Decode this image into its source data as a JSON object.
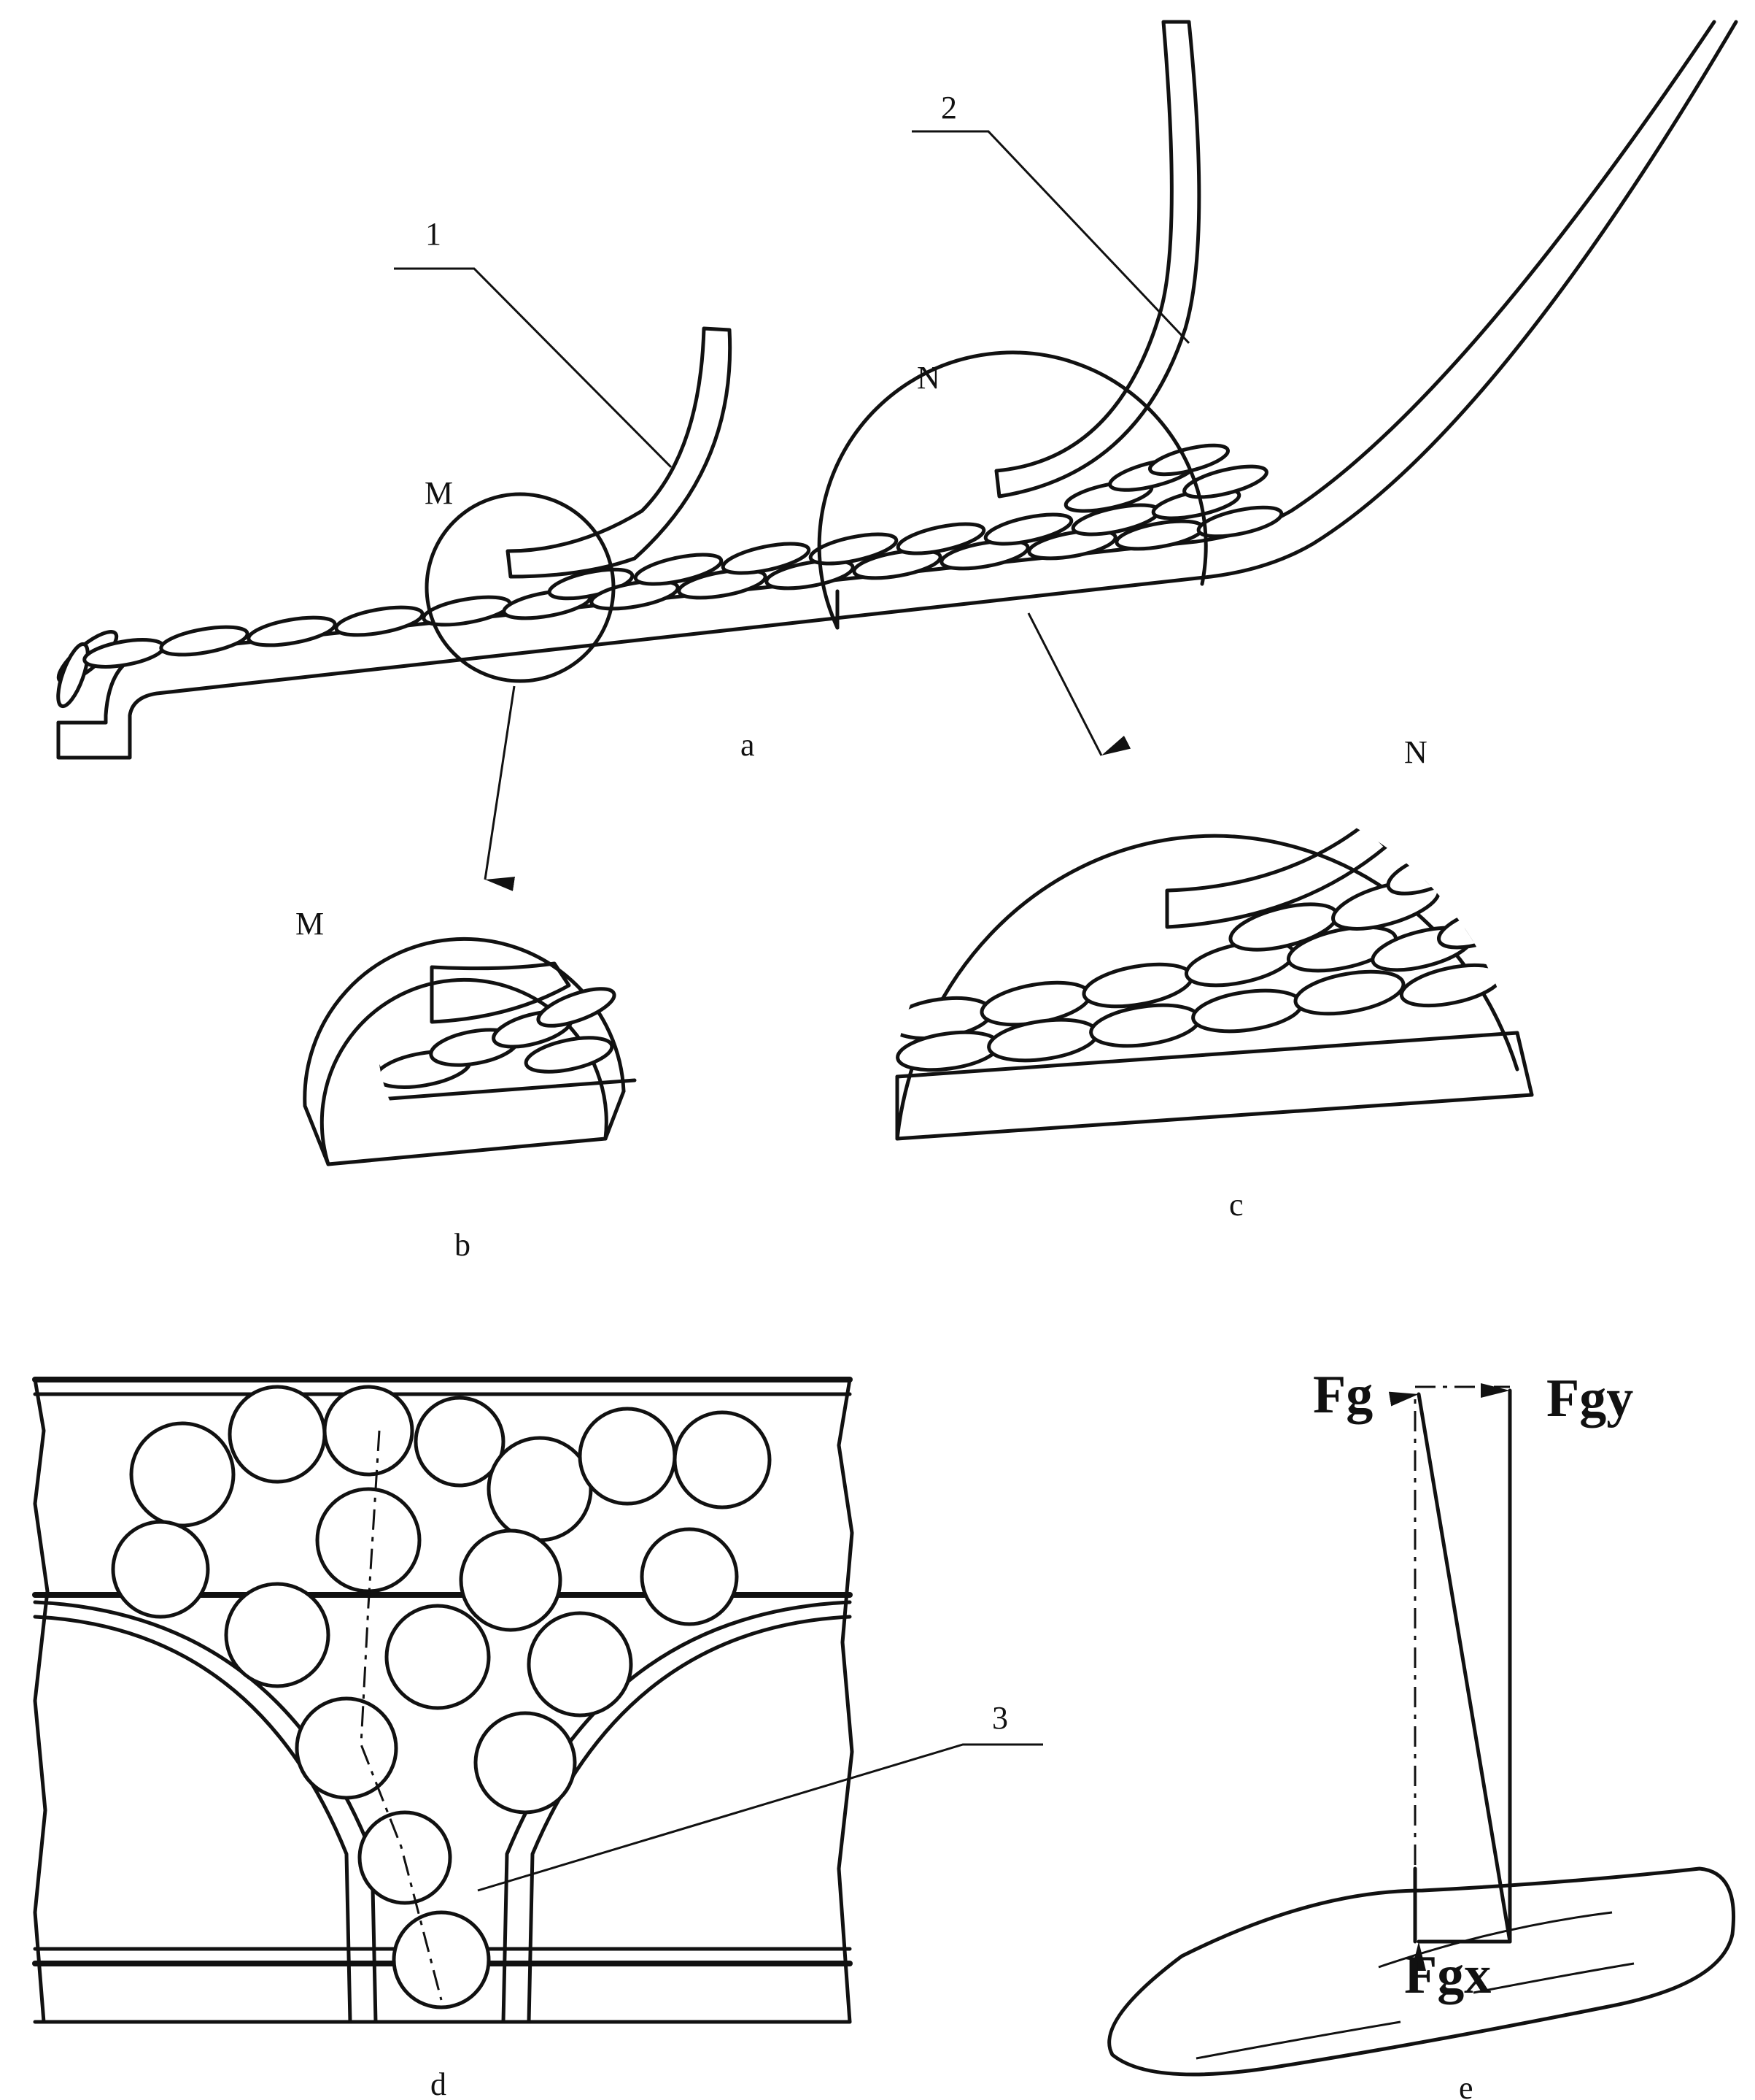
{
  "panels": {
    "a": "a",
    "b": "b",
    "c": "c",
    "d": "d",
    "e": "e"
  },
  "callouts": {
    "part_1": "1",
    "part_2": "2",
    "part_3": "3",
    "circle_m": "M",
    "circle_n": "N",
    "detail_m": "M",
    "detail_n": "N"
  },
  "forces": {
    "fg": "Fg",
    "fgy": "Fgy",
    "fgx": "Fgx"
  }
}
